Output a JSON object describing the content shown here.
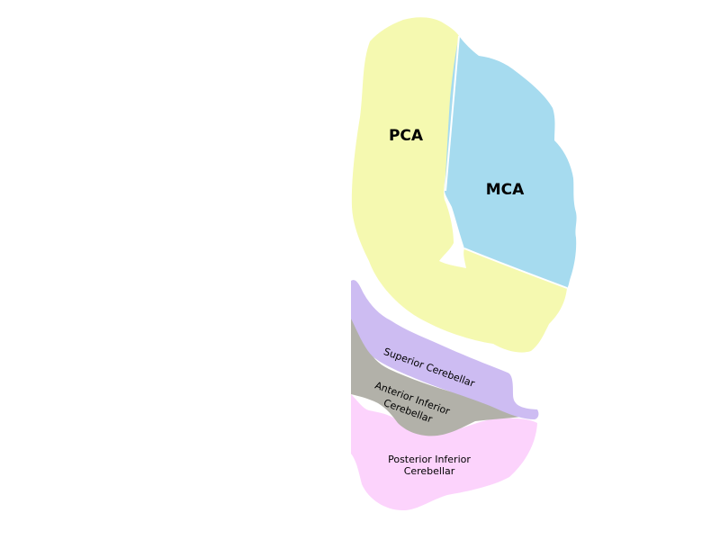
{
  "regions": {
    "pca": {
      "label": "PCA",
      "color": "#f5f9b0"
    },
    "mca": {
      "label": "MCA",
      "color": "#a6dbef"
    },
    "superior_cerebellar": {
      "label": "Superior Cerebellar",
      "color": "#cdbcf2"
    },
    "anterior_inferior_cerebellar": {
      "label_line1": "Anterior Inferior",
      "label_line2": "Cerebellar",
      "color": "#b2b1a9"
    },
    "posterior_inferior_cerebellar": {
      "label_line1": "Posterior Inferior",
      "label_line2": "Cerebellar",
      "color": "#fcd3fc"
    }
  }
}
